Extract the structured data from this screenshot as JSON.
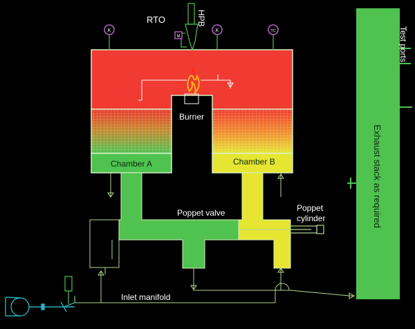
{
  "labels": {
    "rto": "RTO",
    "hpb": "HPB",
    "burner": "Burner",
    "chamber_a": "Chamber A",
    "chamber_b": "Chamber B",
    "poppet_valve": "Poppet valve",
    "poppet_cylinder_line1": "Poppet",
    "poppet_cylinder_line2": "cylinder",
    "inlet_manifold": "Inlet manifold",
    "exhaust_stack": "Exhaust stack as required",
    "test_ports": "Test ports"
  },
  "instruments": {
    "k1": "K",
    "m": "M",
    "k2": "K",
    "tc": "TC"
  },
  "colors": {
    "background": "#000000",
    "combustion_chamber": "#f03a32",
    "chamber_a": "#4fc24f",
    "chamber_b": "#e6e632",
    "exhaust_stack": "#4fc24f",
    "outline": "#c8e6b0",
    "piping": "#b9d98f",
    "instrument_ring": "#b060c0",
    "flame": "#ff9a1a"
  }
}
